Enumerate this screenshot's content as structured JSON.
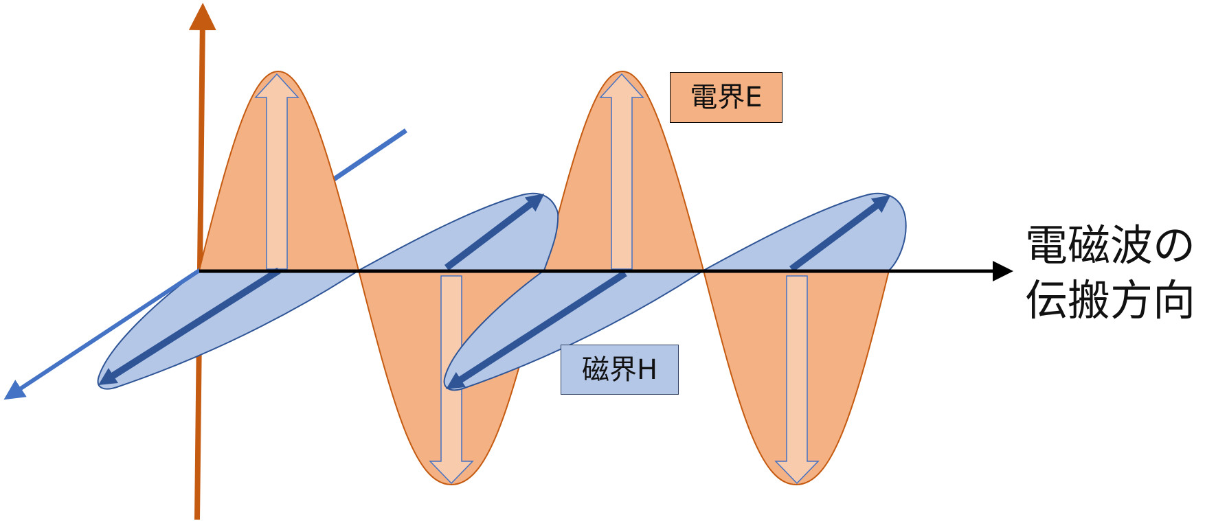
{
  "colors": {
    "electric_fill": "#f4b183",
    "electric_stroke": "#c55a11",
    "electric_arrow_fill": "#f8cbad",
    "electric_arrow_stroke": "#4472c4",
    "magnetic_fill": "#b4c7e7",
    "magnetic_stroke": "#2f5597",
    "magnetic_arrow": "#2f5597",
    "h_axis_color": "#4472c4",
    "v_axis_color": "#c55a11",
    "propagation_axis_color": "#000000"
  },
  "labels": {
    "electric_field": "電界E",
    "magnetic_field": "磁界H",
    "propagation_line1": "電磁波の",
    "propagation_line2": "伝搬方向"
  }
}
